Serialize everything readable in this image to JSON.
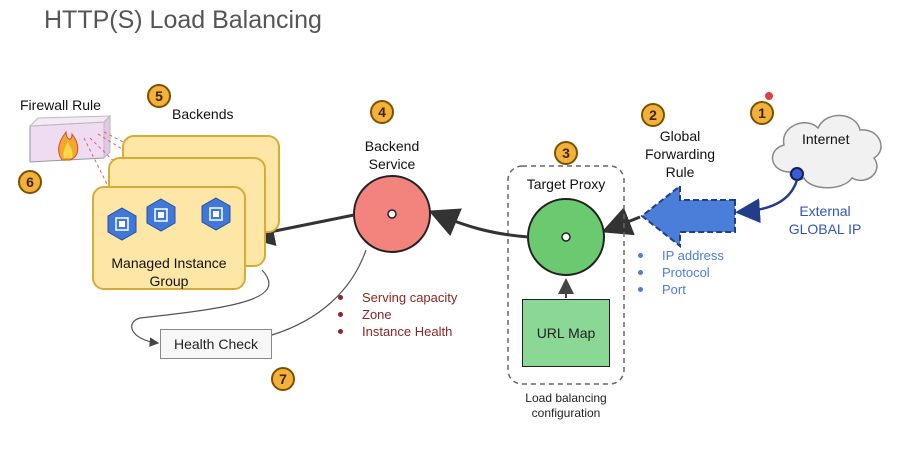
{
  "title": "HTTP(S) Load Balancing",
  "labels": {
    "firewall_rule": "Firewall Rule",
    "backends": "Backends",
    "backend_service_l1": "Backend",
    "backend_service_l2": "Service",
    "target_proxy": "Target Proxy",
    "gfr_l1": "Global",
    "gfr_l2": "Forwarding",
    "gfr_l3": "Rule",
    "internet": "Internet",
    "external_ip_l1": "External",
    "external_ip_l2": "GLOBAL IP",
    "mig_l1": "Managed Instance",
    "mig_l2": "Group",
    "health_check": "Health Check",
    "url_map": "URL Map",
    "lb_config_l1": "Load balancing",
    "lb_config_l2": "configuration"
  },
  "badges": [
    "1",
    "2",
    "3",
    "4",
    "5",
    "6",
    "7"
  ],
  "forwarding_rule_items": [
    "IP address",
    "Protocol",
    "Port"
  ],
  "backend_service_items": [
    "Serving capacity",
    "Zone",
    "Instance Health"
  ],
  "colors": {
    "badge": "#f3b03a",
    "backend_service": "#f2847d",
    "target_proxy": "#6bc96f",
    "url_map": "#8bd796",
    "mig": "#fde6a6",
    "forwarding_arrow": "#4a7ed8",
    "instance_hex": "#3f78d8"
  },
  "icons": [
    "firewall-icon",
    "instance-chip-icon",
    "cloud-icon",
    "arrow-icon"
  ]
}
